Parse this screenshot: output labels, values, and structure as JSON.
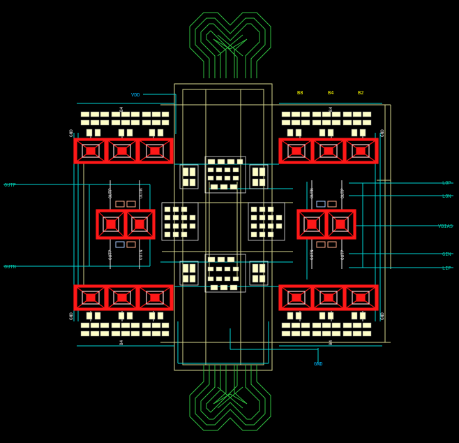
{
  "pins": {
    "vdd": "VDD",
    "outp_left": "OUTP",
    "outn_left": "OUTN",
    "b8": "B8",
    "b4": "B4",
    "b2": "B2",
    "lop": "LOP",
    "lon": "LON",
    "vbias": "VBIAS",
    "gin": "GIN",
    "lip": "LIP",
    "gnd": "GND"
  },
  "device_labels": {
    "gnd": "GND",
    "b4": "B4",
    "outp": "OUTP",
    "outn": "OUTN"
  },
  "colors": {
    "background": "#000000",
    "metal_cyan": "#00d8d8",
    "metal_yellow": "#d8d890",
    "metal_white": "#e8e8e8",
    "inductor_green": "#30c040",
    "transistor_red": "#ff1818",
    "cell_cream": "#ffffc8",
    "pin_label": "#00c0a0",
    "supply_label": "#00b8ff",
    "bias_label": "#ffff00"
  }
}
